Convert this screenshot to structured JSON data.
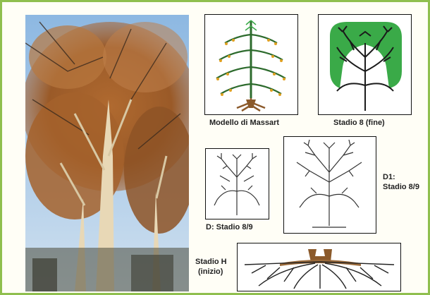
{
  "panels": {
    "massart_label": "Modello di Massart",
    "stage8_label": "Stadio 8 (fine)",
    "stage_d_label": "D: Stadio 8/9",
    "stage_d1_label_line1": "D1:",
    "stage_d1_label_line2": "Stadio 8/9",
    "stage_h_label_line1": "Stadio H",
    "stage_h_label_line2": "(inizio)"
  },
  "colors": {
    "frame_border": "#8fbf4e",
    "foliage_green": "#3aaa48",
    "trunk_brown": "#9a6a3a",
    "sky_blue": "#9fc3e6",
    "bark_brown": "#7a4a22"
  }
}
